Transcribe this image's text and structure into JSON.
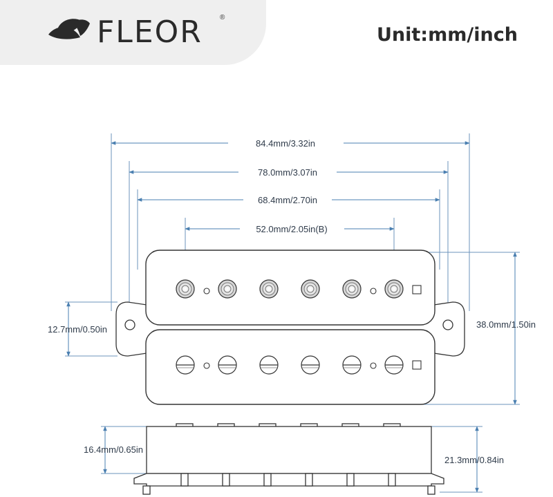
{
  "header": {
    "brand": "FLEOR",
    "registered_mark": "®",
    "unit_label": "Unit:mm/inch"
  },
  "dimensions": {
    "overall_length": "84.4mm/3.32in",
    "mount_spacing": "78.0mm/3.07in",
    "cover_length": "68.4mm/2.70in",
    "pole_spacing": "52.0mm/2.05in(B)",
    "ring_height": "12.7mm/0.50in",
    "total_width": "38.0mm/1.50in",
    "body_height": "16.4mm/0.65in",
    "total_height": "21.3mm/0.84in"
  },
  "colors": {
    "dimension_line": "#4a7fb0",
    "outline": "#333333",
    "brand_text": "#2a2a2a"
  },
  "icons": {
    "logo": "leaf-logo-icon"
  }
}
